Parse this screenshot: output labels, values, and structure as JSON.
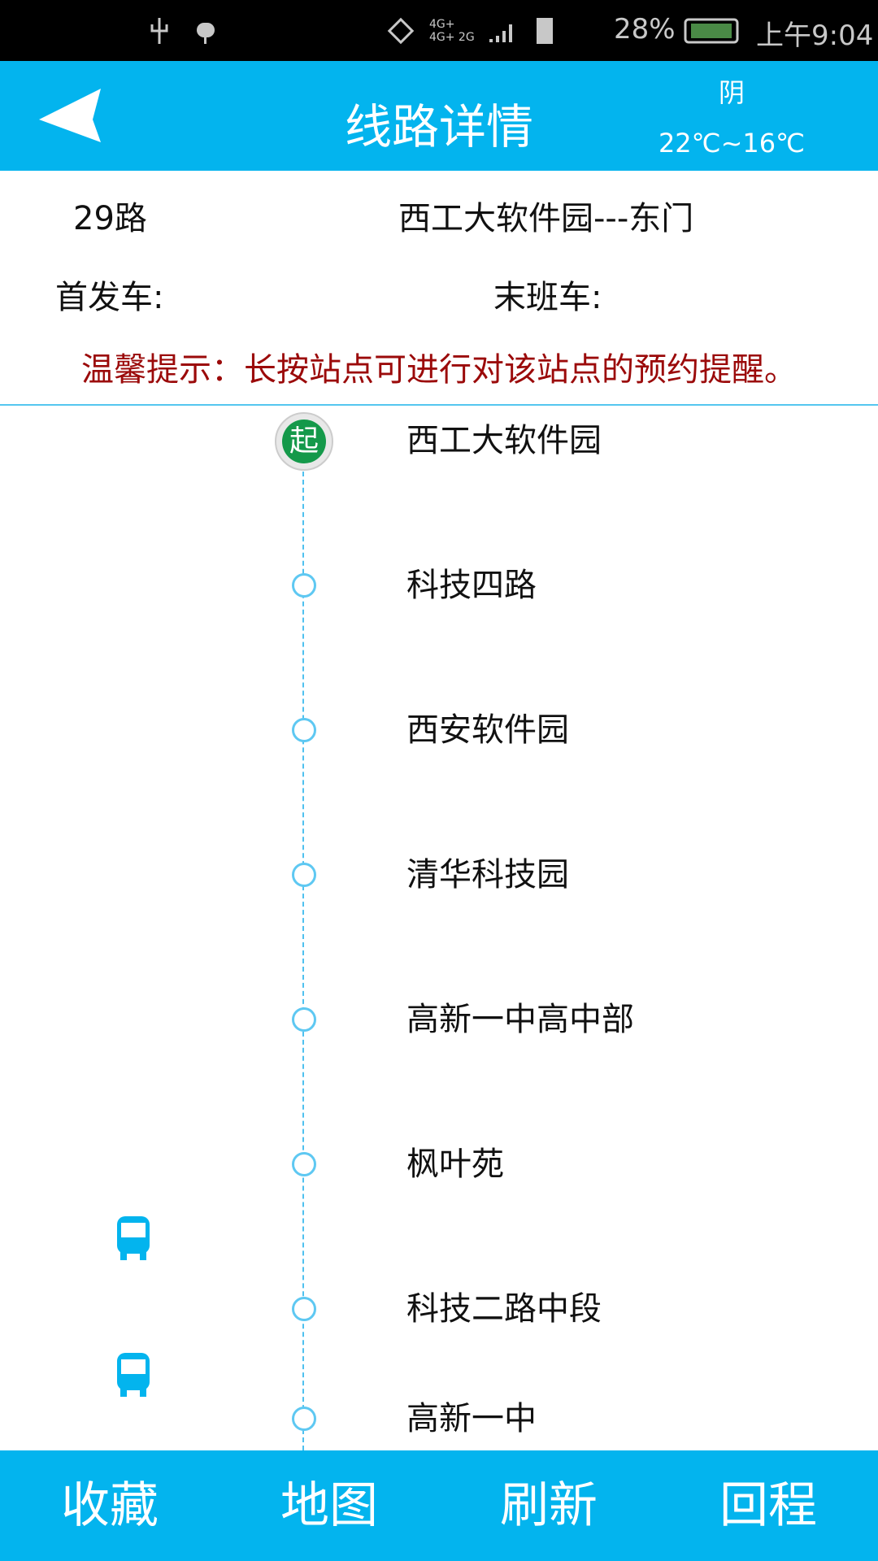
{
  "status_bar": {
    "battery": "28%",
    "time": "上午9:04",
    "network": "4G+ 4G+ 2G"
  },
  "header": {
    "title": "线路详情",
    "weather": "阴",
    "temperature": "22℃~16℃"
  },
  "route": {
    "number": "29路",
    "direction": "西工大软件园---东门",
    "first_bus_label": "首发车:",
    "last_bus_label": "末班车:",
    "tip": "温馨提示：长按站点可进行对该站点的预约提醒。"
  },
  "start_badge": "起",
  "stations": [
    "西工大软件园",
    "科技四路",
    "西安软件园",
    "清华科技园",
    "高新一中高中部",
    "枫叶苑",
    "科技二路中段",
    "高新一中"
  ],
  "bottom_bar": [
    "收藏",
    "地图",
    "刷新",
    "回程"
  ],
  "colors": {
    "accent": "#03b4ee",
    "tip": "#9b0a0a",
    "start": "#14994a"
  }
}
